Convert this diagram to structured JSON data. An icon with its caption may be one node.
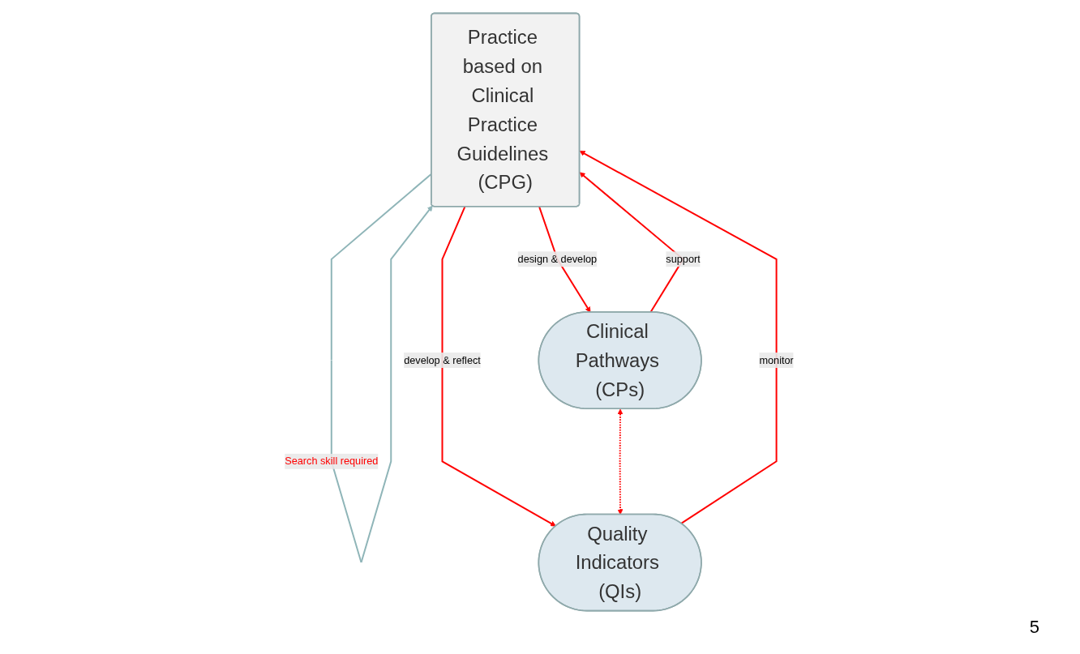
{
  "diagram": {
    "nodes": [
      {
        "text": [
          "Practice based on Clinical Practice Guidelines (CPG)"
        ]
      },
      {
        "text": [
          "Clinical Pathways (CPs)"
        ]
      },
      {
        "text": [
          "Quality Indicators (QIs)"
        ]
      }
    ],
    "edges": [
      {
        "from": 0,
        "to": 0,
        "arrow": "to",
        "label": "Search skill required",
        "color": "#8fb5b8"
      },
      {
        "from": 1,
        "to": 0,
        "arrow": "to",
        "label": "support"
      },
      {
        "from": 0,
        "to": 1,
        "arrow": "to",
        "label": "design & develop"
      },
      {
        "from": 0,
        "to": 2,
        "arrow": "to",
        "label": "develop & reflect"
      },
      {
        "from": 2,
        "to": 0,
        "arrow": "to",
        "label": "monitor"
      },
      {
        "from": 1,
        "to": 2,
        "arrow": "both",
        "style": "dashed"
      }
    ],
    "labels": [
      "5"
    ]
  }
}
